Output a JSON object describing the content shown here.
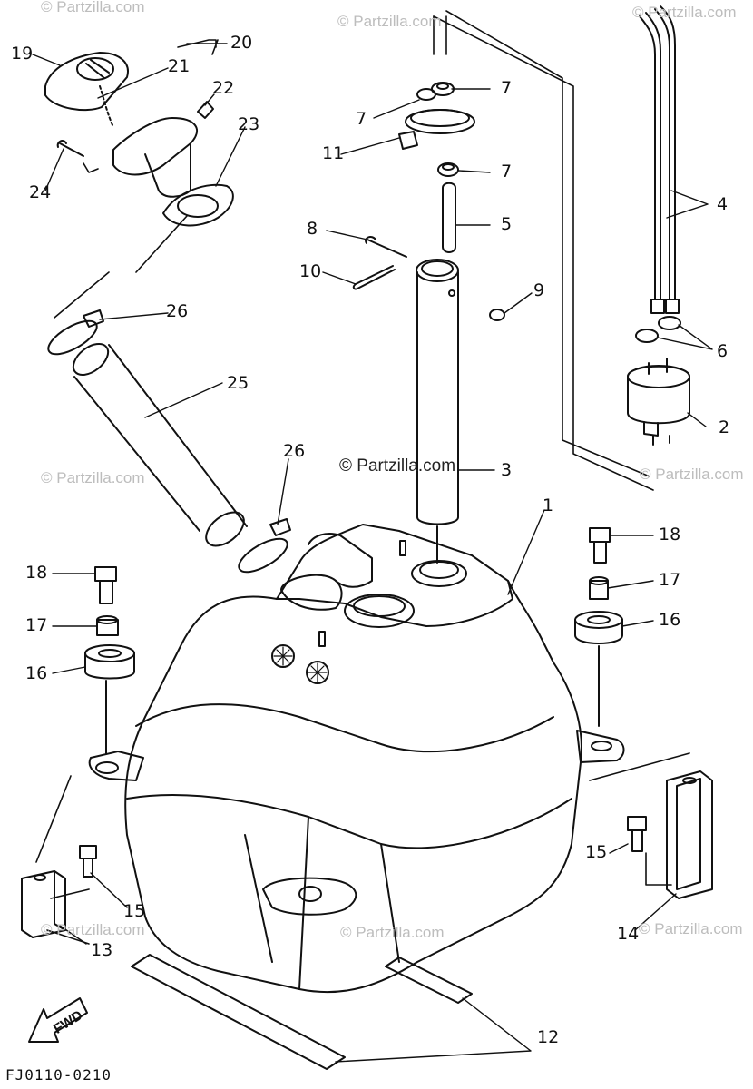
{
  "watermarks": [
    "© Partzilla.com",
    "© Partzilla.com",
    "© Partzilla.com",
    "© Partzilla.com",
    "© Partzilla.com",
    "© Partzilla.com",
    "© Partzilla.com",
    "© Partzilla.com",
    "© Partzilla.com"
  ],
  "center_watermark": "© Partzilla.com",
  "callouts": [
    "19",
    "21",
    "20",
    "22",
    "23",
    "24",
    "7",
    "7",
    "11",
    "7",
    "4",
    "5",
    "8",
    "10",
    "9",
    "6",
    "2",
    "26",
    "25",
    "3",
    "26",
    "1",
    "18",
    "17",
    "16",
    "18",
    "17",
    "16",
    "15",
    "13",
    "15",
    "14",
    "12"
  ],
  "fwd_label": "FWD",
  "figure_code": "FJ0110-0210"
}
